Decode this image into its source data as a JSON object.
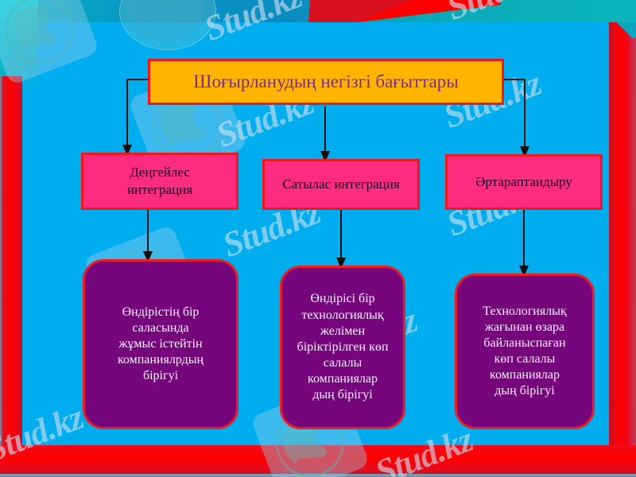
{
  "slide": {
    "title": "Шоғырланудың негізгі бағыттары",
    "title_bg": "#ffb400",
    "title_border": "#f0181f",
    "title_text_color": "#7b2d8e",
    "canvas_bg": "#00aeef",
    "frame_red": "#ff0000",
    "frame_teal": "#00b8bd",
    "pink_bg": "#fd2c7e",
    "purple_bg": "#76067b"
  },
  "watermark": {
    "text": "Stud.kz"
  },
  "branches": [
    {
      "id": "horizontal",
      "label": "Деңгейлес\nинтеграция",
      "label_line1": "Деңгейлес",
      "label_line2": "интеграция",
      "detail": "Өндірістің бір саласында жұмыс істейтін компаниялрдың бірігуі",
      "detail_lines": [
        "Өндірістің бір",
        "саласында",
        "жұмыс істейтін",
        "компаниялрдың",
        "бірігуі"
      ]
    },
    {
      "id": "vertical",
      "label": "Сатылас интеграция",
      "label_line1": "Сатылас интеграция",
      "label_line2": "",
      "detail": "Өндірісі бір технологиялық желімен біріктірілген көп салалы компаниялар дың бірігуі",
      "detail_lines": [
        "Өндірісі бір",
        "технологиялық",
        "желімен",
        "біріктірілген көп",
        "салалы",
        "компаниялар",
        "дың бірігуі"
      ]
    },
    {
      "id": "diversification",
      "label": "Әртараптандыру",
      "label_line1": "Әртараптандыру",
      "label_line2": "",
      "detail": "Технологиялық жағынан өзара байланыспаған көп салалы компаниялар дың бірігуі",
      "detail_lines": [
        "Технологиялық",
        "жағынан өзара",
        "байланыспаған",
        "көп салалы",
        "компаниялар",
        "дың бірігуі"
      ]
    }
  ]
}
